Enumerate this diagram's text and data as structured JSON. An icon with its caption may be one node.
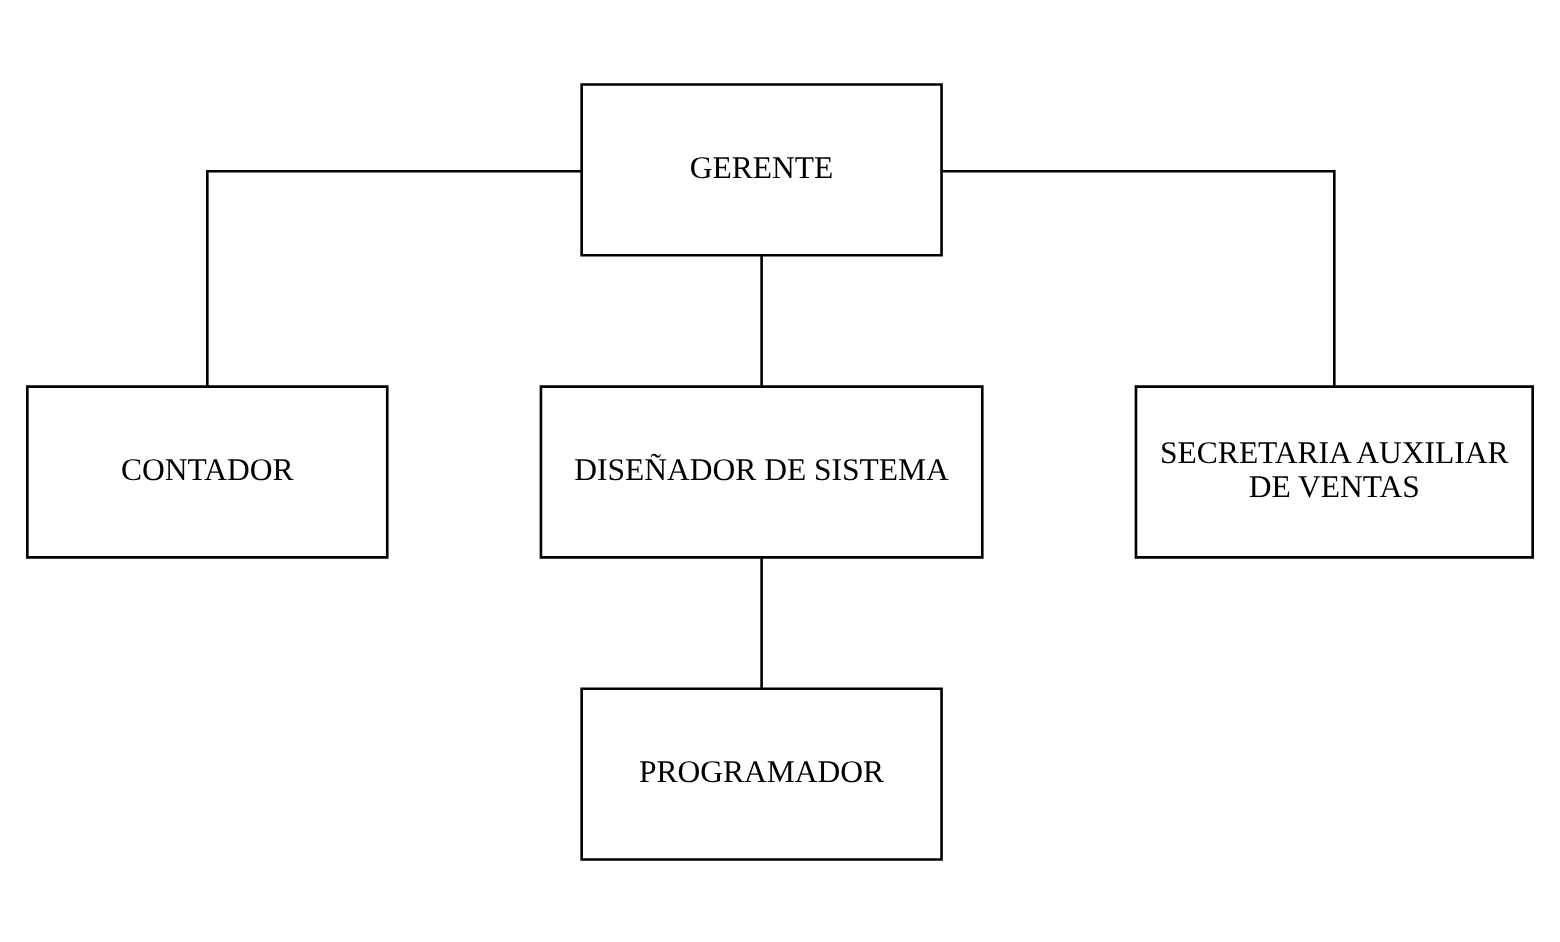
{
  "diagram": {
    "nodes": [
      {
        "text": [
          "GERENTE"
        ]
      },
      {
        "text": [
          "CONTADOR"
        ]
      },
      {
        "text": [
          "DISEÑADOR DE SISTEMA"
        ]
      },
      {
        "text": [
          "SECRETARIA AUXILIAR DE VENTAS"
        ]
      },
      {
        "text": [
          "PROGRAMADOR"
        ]
      }
    ],
    "edges": [
      {
        "from": 0,
        "to": 1,
        "arrow": "none"
      },
      {
        "from": 0,
        "to": 2,
        "arrow": "none"
      },
      {
        "from": 0,
        "to": 3,
        "arrow": "none"
      },
      {
        "from": 2,
        "to": 4,
        "arrow": "none"
      }
    ]
  }
}
